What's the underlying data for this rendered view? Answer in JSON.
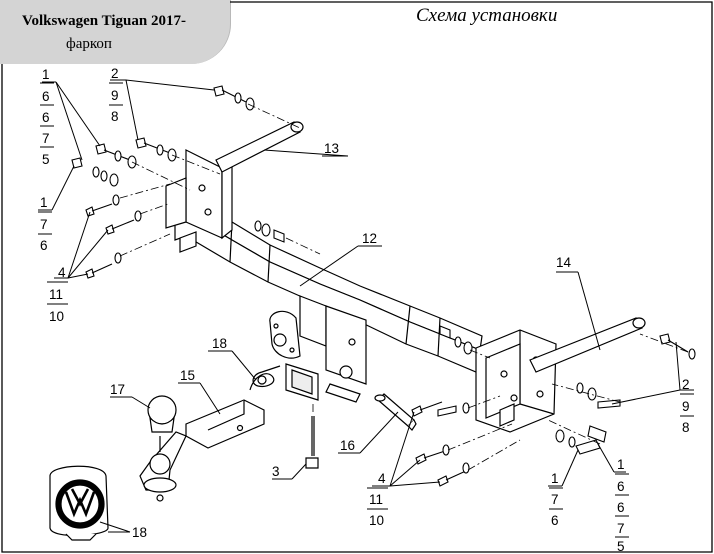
{
  "tab": {
    "title": "Volkswagen Tiguan 2017-",
    "subtitle": "фаркоп"
  },
  "heading": "Схема установки",
  "callouts": {
    "top_left_stack": [
      "1",
      "6",
      "6",
      "7",
      "5"
    ],
    "top_stack": [
      "2",
      "9",
      "8"
    ],
    "left_mid_stack": [
      "1",
      "7",
      "6"
    ],
    "left_low_stack": [
      "4",
      "11",
      "10"
    ],
    "part_13": "13",
    "part_12": "12",
    "part_14": "14",
    "right_stack_a": [
      "2",
      "9",
      "8"
    ],
    "part_18_pin": "18",
    "part_17": "17",
    "part_15": "15",
    "part_16": "16",
    "part_3": "3",
    "bottom_stack": [
      "4",
      "11",
      "10"
    ],
    "right_stack_b": [
      "1",
      "7",
      "6"
    ],
    "right_stack_c": [
      "1",
      "6",
      "6",
      "7",
      "5"
    ],
    "part_18_cap": "18"
  },
  "colors": {
    "tab_bg": "#d4d4d4",
    "line": "#000000"
  }
}
